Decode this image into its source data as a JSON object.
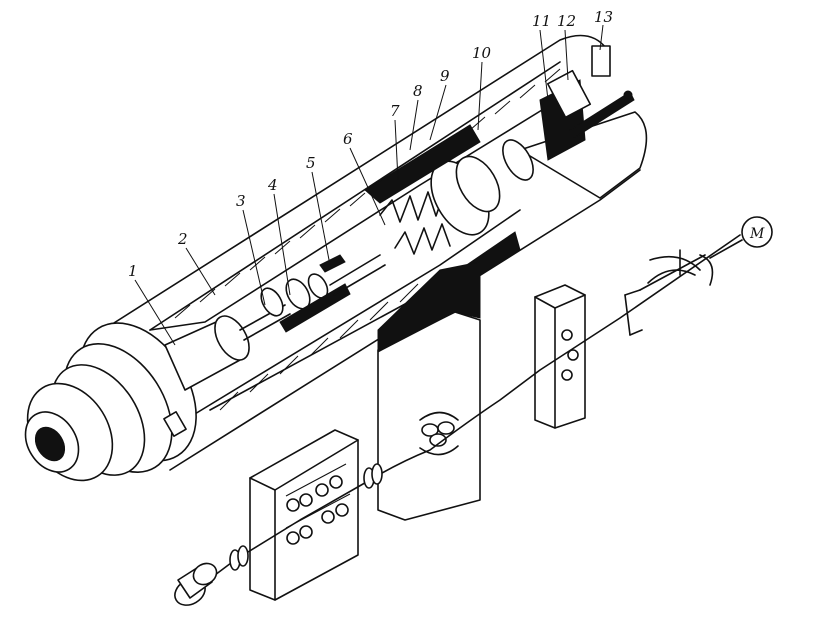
{
  "callouts": [
    {
      "id": "1",
      "label": "1"
    },
    {
      "id": "2",
      "label": "2"
    },
    {
      "id": "3",
      "label": "3"
    },
    {
      "id": "4",
      "label": "4"
    },
    {
      "id": "5",
      "label": "5"
    },
    {
      "id": "6",
      "label": "6"
    },
    {
      "id": "7",
      "label": "7"
    },
    {
      "id": "8",
      "label": "8"
    },
    {
      "id": "9",
      "label": "9"
    },
    {
      "id": "10",
      "label": "10"
    },
    {
      "id": "11",
      "label": "11"
    },
    {
      "id": "12",
      "label": "12"
    },
    {
      "id": "13",
      "label": "13"
    }
  ],
  "motor_label": "M",
  "colors": {
    "ink": "#111111",
    "paper": "#ffffff"
  }
}
